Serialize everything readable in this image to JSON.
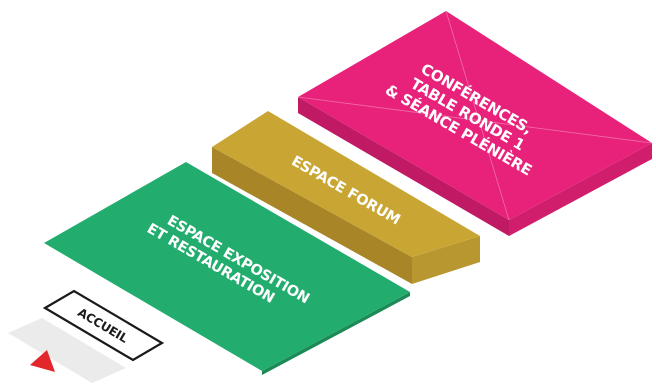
{
  "colors": {
    "exposition": "#22ad6e",
    "exposition_side": "#1b8a57",
    "forum_top": "#c9a633",
    "forum_side_left": "#a88628",
    "forum_side_right": "#b89630",
    "conferences_top": "#e8217a",
    "conferences_side_left": "#c01a64",
    "conferences_side_right": "#d01e6c",
    "accueil_floor": "#ebebeb",
    "arrow": "#e3262c",
    "sign_border": "#1a1a1a"
  },
  "zones": {
    "exposition": {
      "label_line1": "ESPACE EXPOSITION",
      "label_line2": "ET RESTAURATION"
    },
    "forum": {
      "label": "ESPACE FORUM"
    },
    "conferences": {
      "label_line1": "CONFÉRENCES,",
      "label_line2": "TABLE RONDE 1",
      "label_line3": "& SÉANCE PLÉNIÈRE"
    }
  },
  "accueil": {
    "label": "ACCUEIL",
    "arrow_icon": "arrow-up-icon"
  }
}
